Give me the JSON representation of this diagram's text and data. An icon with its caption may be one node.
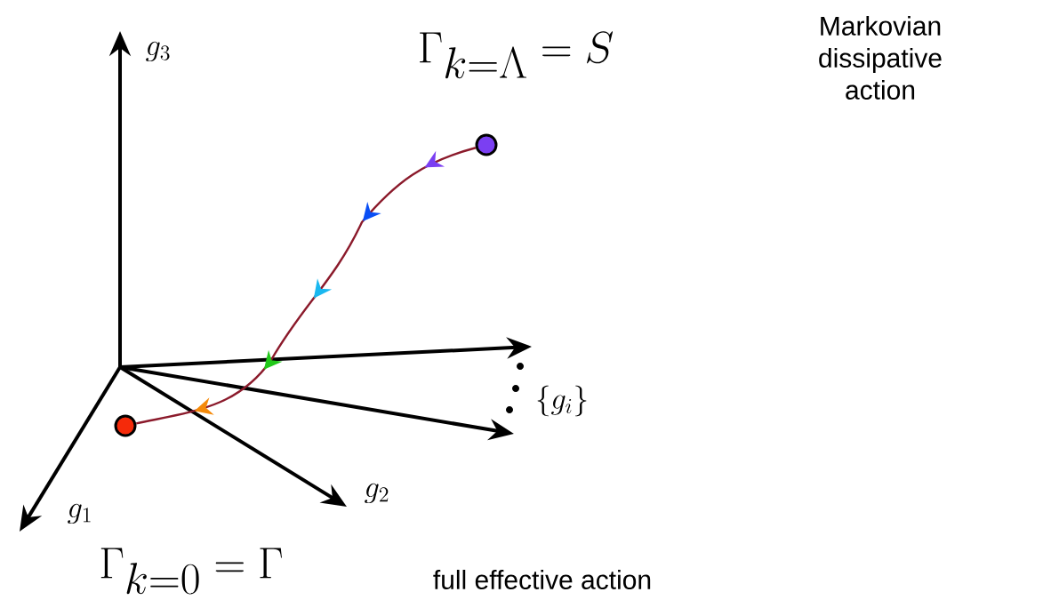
{
  "diagram": {
    "nodes": [
      {
        "text": [],
        "shape": "circle"
      },
      {
        "text": [],
        "shape": "circle"
      }
    ],
    "edges": [
      {
        "from": 0,
        "to": 1,
        "arrow": "to"
      }
    ],
    "labels": [
      "\\Gamma_{k=\\Lambda} = S",
      "Markovian dissipative action",
      "g_3",
      "\\{g_i\\}",
      "g_2",
      "g_1",
      "\\Gamma_{k=0} = \\Gamma",
      "full effective action"
    ]
  }
}
